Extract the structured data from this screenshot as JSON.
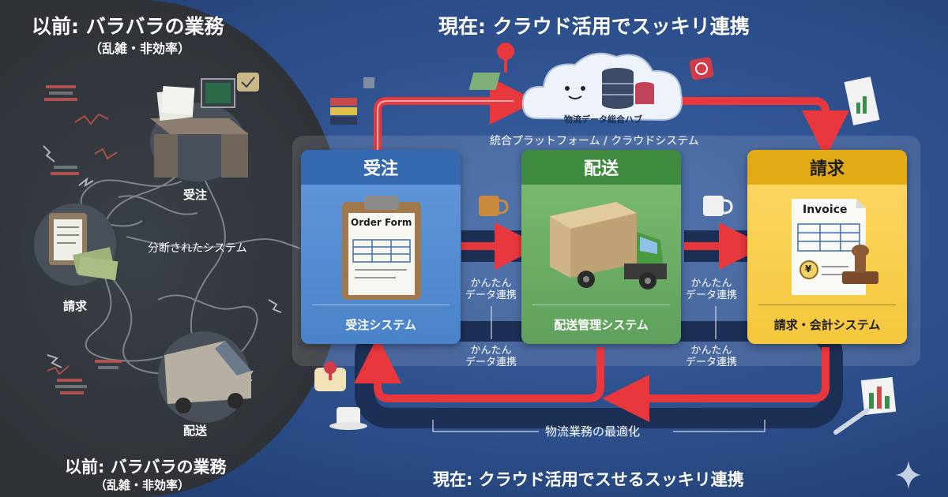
{
  "left": {
    "title_top": "以前: バラバラの業務",
    "subtitle_top": "（乱雑・非効率）",
    "title_bottom": "以前: バラバラの業務",
    "subtitle_bottom": "（乱雑・非効率）",
    "label_juchu": "受注",
    "label_seikyu": "請求",
    "label_haiso": "配送",
    "label_fragmented": "分断されたシステム"
  },
  "right": {
    "title_top": "現在: クラウド活用でスッキリ連携",
    "title_bottom": "現在: クラウド活用でスせるスッキリ連携",
    "hub_label": "物流データ総合ハブ",
    "platform_label": "統合プラットフォーム / クラウドシステム",
    "easy_link": [
      "かんたん",
      "データ連携"
    ],
    "optimize_label": "物流業務の最適化"
  },
  "panels": {
    "juchu": {
      "title": "受注",
      "footer": "受注システム",
      "doc_title": "Order Form"
    },
    "haiso": {
      "title": "配送",
      "footer": "配送管理システム"
    },
    "seikyu": {
      "title": "請求",
      "footer": "請求・会計システム",
      "doc_title": "Invoice"
    }
  },
  "colors": {
    "left_bg": "#34393f",
    "right_bg": "#2c4e8a",
    "blue_panel": "#3f79c4",
    "green_panel": "#4e9c4e",
    "yellow_panel": "#f0c02a",
    "arrow_red": "#e8383d"
  },
  "icons": [
    "desk-computer-icon",
    "clipboard-money-icon",
    "van-icon",
    "cloud-database-icon",
    "order-form-icon",
    "truck-icon",
    "invoice-stamp-icon",
    "coffee-cup-icon",
    "map-pin-icon",
    "chat-bubble-icon",
    "chart-document-icon",
    "pen-icon",
    "sparkle-icon"
  ]
}
